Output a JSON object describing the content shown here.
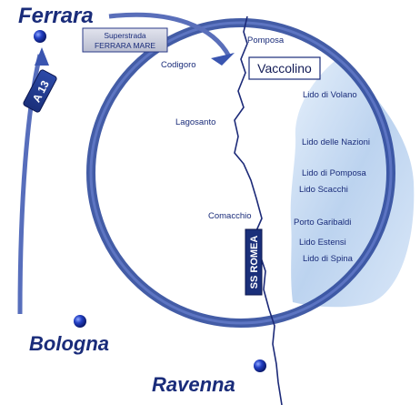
{
  "cities": {
    "ferrara": "Ferrara",
    "bologna": "Bologna",
    "ravenna": "Ravenna"
  },
  "highlight": "Vaccolino",
  "roads": {
    "a13": "A 13",
    "superstrada_line1": "Superstrada",
    "superstrada_line2": "FERRARA MARE",
    "ss_romea": "SS ROMEA"
  },
  "inland_places": {
    "pomposa": "Pomposa",
    "codigoro": "Codigoro",
    "lagosanto": "Lagosanto",
    "comacchio": "Comacchio"
  },
  "lidi": [
    "Lido di Volano",
    "Lido delle Nazioni",
    "Lido di Pomposa",
    "Lido Scacchi",
    "Porto Garibaldi",
    "Lido Estensi",
    "Lido di Spina"
  ],
  "colors": {
    "ring": "#2f4a9c",
    "city_text": "#1a2c7a",
    "sea": "#c9dcf3",
    "dot": "#1f3aa8",
    "coast_line": "#1c2a78"
  }
}
